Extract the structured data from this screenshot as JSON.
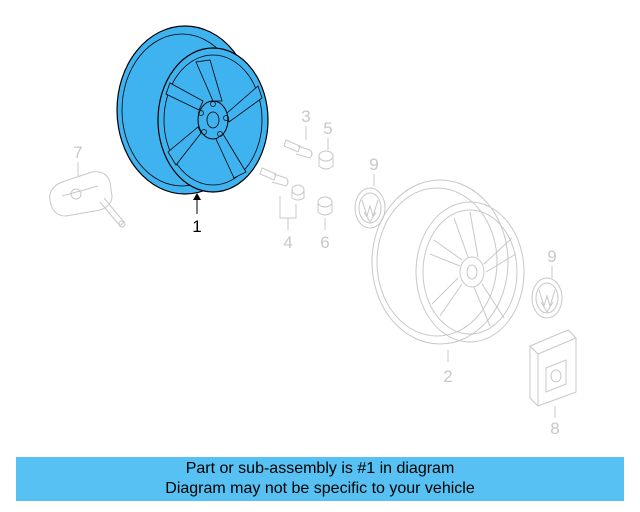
{
  "diagram": {
    "highlight_color": "#3fb3f0",
    "faded_color": "#c8c8c8",
    "callouts": {
      "wheel_highlighted": "1",
      "wheel_background": "2",
      "valve_stem_bolt": "3",
      "bolt": "4",
      "cap_upper": "5",
      "cap_lower": "6",
      "tpms_sensor": "7",
      "emblem_left": "9",
      "emblem_right": "9",
      "box": "8"
    }
  },
  "caption": {
    "line1": "Part or sub-assembly is #1 in diagram",
    "line2": "Diagram may not be specific to your vehicle",
    "background": "#56c1f2"
  }
}
